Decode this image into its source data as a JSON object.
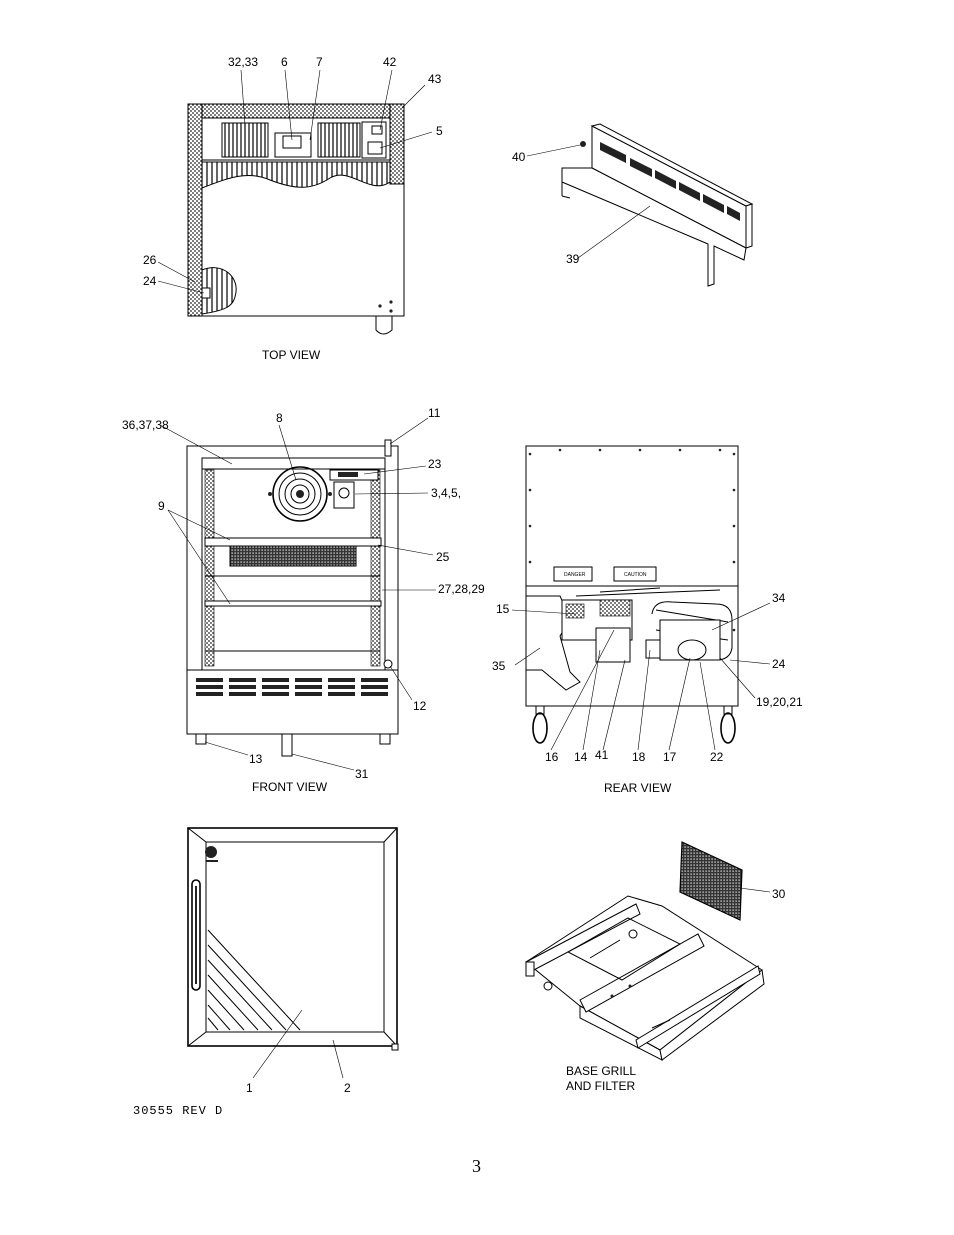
{
  "views": {
    "top": {
      "title": "TOP VIEW",
      "callouts": [
        "32,33",
        "6",
        "7",
        "42",
        "43",
        "5",
        "26",
        "24"
      ]
    },
    "rear_panel": {
      "callouts": [
        "40",
        "39"
      ]
    },
    "front": {
      "title": "FRONT VIEW",
      "callouts": [
        "36,37,38",
        "8",
        "11",
        "23",
        "3,4,5,",
        "9",
        "25",
        "27,28,29",
        "12",
        "13",
        "31"
      ]
    },
    "rear": {
      "title": "REAR VIEW",
      "labels": [
        "DANGER",
        "CAUTION"
      ],
      "callouts": [
        "34",
        "15",
        "35",
        "24",
        "19,20,21",
        "16",
        "14",
        "41",
        "18",
        "17",
        "22"
      ]
    },
    "door": {
      "callouts": [
        "1",
        "2"
      ]
    },
    "base": {
      "title_line1": "BASE GRILL",
      "title_line2": "AND FILTER",
      "callouts": [
        "30"
      ]
    }
  },
  "doc_number": "30555  REV D",
  "page_number": "3"
}
